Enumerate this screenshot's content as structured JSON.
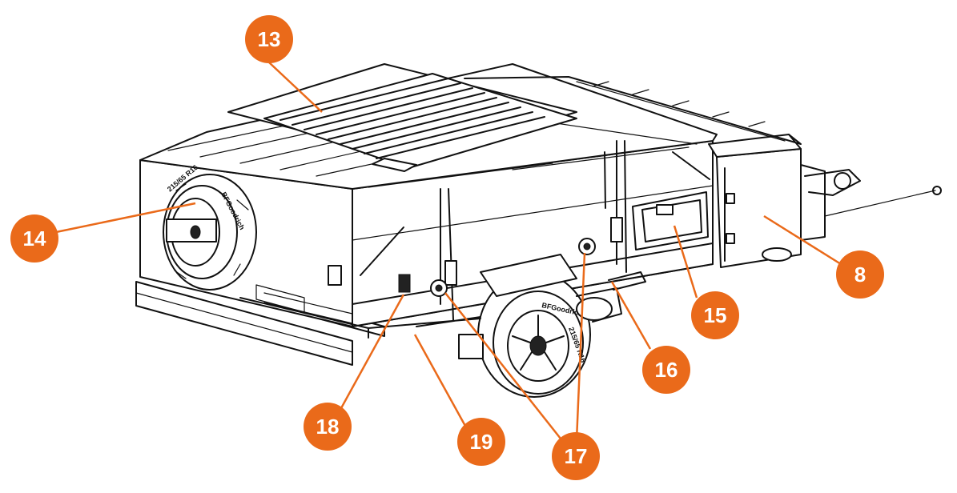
{
  "accent_color": "#ea6a1a",
  "callouts": [
    {
      "id": "13",
      "label": "13"
    },
    {
      "id": "14",
      "label": "14"
    },
    {
      "id": "8",
      "label": "8"
    },
    {
      "id": "15",
      "label": "15"
    },
    {
      "id": "16",
      "label": "16"
    },
    {
      "id": "18",
      "label": "18"
    },
    {
      "id": "19",
      "label": "19"
    },
    {
      "id": "17",
      "label": "17"
    }
  ],
  "tire_text": {
    "brand": "BFGoodrich",
    "size": "215/65 R16"
  }
}
